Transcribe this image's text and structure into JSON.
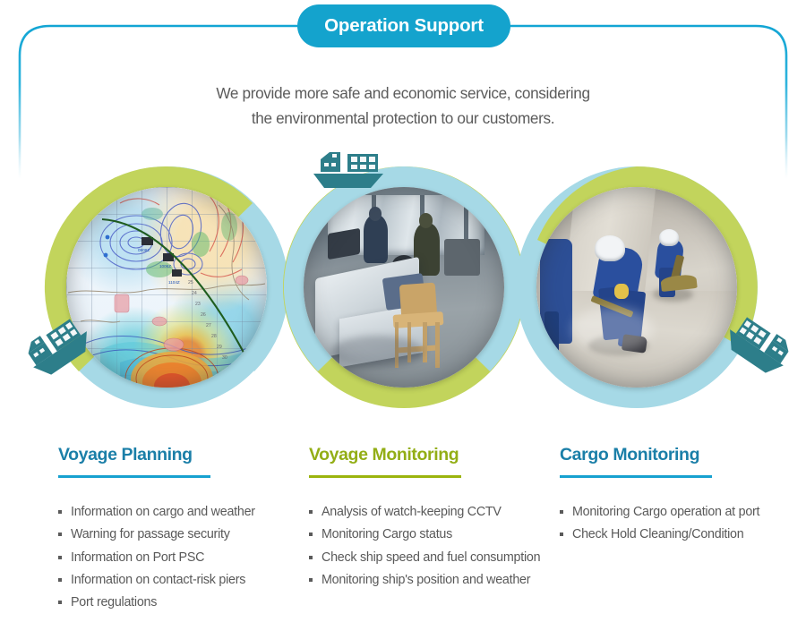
{
  "header": {
    "badge_label": "Operation Support",
    "badge_color": "#14a3cd",
    "subtitle_line1": "We provide more safe and economic service, considering",
    "subtitle_line2": "the environmental protection to our customers."
  },
  "theme": {
    "teal": "#1b7fa8",
    "teal_rule": "#17a1d0",
    "olive": "#93ae16",
    "olive_rule": "#9bb40e",
    "ring_green": "#c2d45c",
    "ring_blue": "#a6d9e6",
    "icon_teal": "#2d7e8a",
    "text_gray": "#595959"
  },
  "circles": [
    {
      "name": "voyage-planning-photo",
      "alt": "Nautical weather routing chart with isobars and a planned great-circle route"
    },
    {
      "name": "voyage-monitoring-photo",
      "alt": "CCTV view of a ship bridge with watch-keeping officers and a pilot chair"
    },
    {
      "name": "cargo-monitoring-photo",
      "alt": "Crew in blue coveralls and white helmets cleaning a cargo hold"
    }
  ],
  "icons": {
    "ship_top": "container-ship-icon",
    "ship_left": "container-ship-icon",
    "ship_right": "container-ship-icon"
  },
  "columns": [
    {
      "heading": "Voyage Planning",
      "accent": "teal",
      "items": [
        "Information on cargo and weather",
        "Warning for passage security",
        "Information on Port PSC",
        "Information on contact-risk piers",
        "Port regulations"
      ]
    },
    {
      "heading": "Voyage Monitoring",
      "accent": "olive",
      "items": [
        "Analysis of watch-keeping CCTV",
        "Monitoring Cargo status",
        "Check ship speed and fuel consumption",
        "Monitoring ship's position and weather"
      ]
    },
    {
      "heading": "Cargo Monitoring",
      "accent": "teal",
      "items": [
        "Monitoring Cargo operation at port",
        "Check Hold Cleaning/Condition"
      ]
    }
  ]
}
